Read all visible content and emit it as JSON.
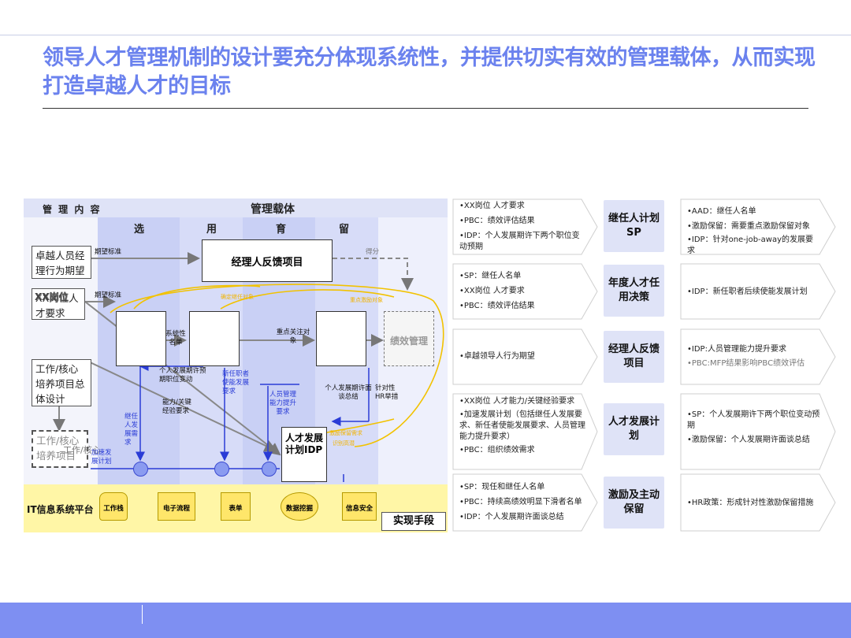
{
  "title": "领导人才管理机制的设计要充分体现系统性，并提供切实有效的管理载体，从而实现打造卓越人才的目标",
  "diagram": {
    "header_left": "管 理 内 容",
    "header_main": "管理载体",
    "stages": [
      "选",
      "用",
      "育",
      "留"
    ],
    "left_items": [
      "卓越人员经理行为期望",
      "XX岗位人才要求",
      "工作/核心培养项目总体设计",
      "工作/核心培养项目"
    ],
    "left_overlay_xx": "XX岗位",
    "left_overlay_work": "工作/核心",
    "center_box": "经理人反馈项目",
    "performance": "绩效管理",
    "talent_plan": "人才发展计划IDP",
    "labels": {
      "expect1": "期望标准",
      "expect2": "期望标准",
      "score": "得分",
      "system_list": "系统性名单",
      "key_focus": "重点关注对象",
      "personal_plan": "个人发展期许预期职位变动",
      "ability": "能力/关键经验要求",
      "new_mgr": "新任职者使能发展要求",
      "staff_mgmt": "人员管理能力提升要求",
      "personal_review": "个人发展期许面谈总结",
      "targeted": "针对性HR举措",
      "successor": "继任人发展需求",
      "accelerate": "加速发展计划",
      "yellow1": "确定继任对象",
      "yellow2": "重点激励对象",
      "yellow3": "激励保留需求",
      "yellow4": "识别高潜"
    },
    "it_platform": "IT信息系统平台",
    "it_items": [
      "工作栈",
      "电子流程",
      "表单",
      "数据挖掘",
      "信息安全"
    ],
    "means": "实现手段"
  },
  "rows": [
    {
      "inputs": [
        "XX岗位 人才要求",
        "PBC：绩效评估结果",
        "IDP：个人发展期许下两个职位变动预期"
      ],
      "program": "继任人计划SP",
      "outputs": [
        "AAD：继任人名单",
        "激励保留：需要重点激励保留对象",
        "IDP：针对one-job-away的发展要求"
      ]
    },
    {
      "inputs": [
        "SP：继任人名单",
        "XX岗位 人才要求",
        "PBC：绩效评估结果"
      ],
      "program": "年度人才任用决策",
      "outputs": [
        "IDP：新任职者后续使能发展计划"
      ]
    },
    {
      "inputs": [
        "卓越领导人行为期望"
      ],
      "program": "经理人反馈项目",
      "outputs": [
        "IDP:人员管理能力提升要求",
        "PBC:MFP结果影响PBC绩效评估"
      ]
    },
    {
      "inputs": [
        "XX岗位 人才能力/关键经验要求",
        "加速发展计划（包括继任人发展要求、新任者使能发展要求、人员管理能力提升要求）",
        "PBC：组织绩效需求"
      ],
      "program": "人才发展计划",
      "outputs": [
        "SP：个人发展期许下两个职位变动预期",
        "激励保留：个人发展期许面谈总结"
      ]
    },
    {
      "inputs": [
        "SP：现任和继任人名单",
        "PBC：持续高绩效明显下滑者名单",
        "IDP：个人发展期许面谈总结"
      ],
      "program": "激励及主动保留",
      "outputs": [
        "HR政策：形成针对性激励保留措施"
      ]
    }
  ],
  "colors": {
    "title": "#6b82ee",
    "footer": "#7e8ff2",
    "column": "#c9d0f5",
    "it_band": "#fff6a6",
    "accent_yellow": "#f2c200",
    "arrow_blue": "#2a3cd6"
  }
}
